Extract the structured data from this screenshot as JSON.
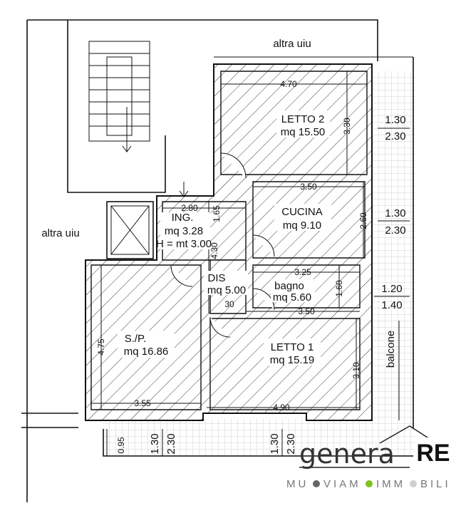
{
  "labels": {
    "neighbor_top": "altra uiu",
    "neighbor_left": "altra uiu",
    "balcony": "balcone"
  },
  "rooms": [
    {
      "name": "LETTO 2",
      "area": "mq 15.50"
    },
    {
      "name": "CUCINA",
      "area": "mq 9.10"
    },
    {
      "name": "ING.",
      "area": "mq 3.28",
      "extra": "H = mt 3.00"
    },
    {
      "name": "DIS",
      "area": "mq 5.00"
    },
    {
      "name": "bagno",
      "area": "mq 5.60"
    },
    {
      "name": "LETTO 1",
      "area": "mq 15.19"
    },
    {
      "name": "S./P.",
      "area": "mq 16.86"
    }
  ],
  "dimensions": {
    "letto2_width": "4.70",
    "letto2_depth": "3.30",
    "win1_a": "1.30",
    "win1_b": "2.30",
    "cucina_width": "3.50",
    "cucina_depth": "2.60",
    "win2_a": "1.30",
    "win2_b": "2.30",
    "ing_width": "2.80",
    "ing_depth": "1.65",
    "dis_length": "4.30",
    "bagno_width": "3.25",
    "bagno_depth": "1.60",
    "win3_a": "1.20",
    "win3_b": "1.40",
    "wall_30": "30",
    "letto1_width": "3.50",
    "sp_depth": "4.75",
    "letto1_depth": "3.10",
    "sp_width": "3.55",
    "letto1_bottom": "4.90",
    "balcony_depth": "0.95",
    "win4_a": "1.30",
    "win4_b": "2.30",
    "win5_a": "1.30",
    "win5_b": "2.30"
  },
  "logo": {
    "word": "genera",
    "mark": "RE",
    "tagline": [
      "MU",
      "VIAM",
      "IMM",
      "BILI"
    ],
    "dot_colors": [
      "#666666",
      "#7dc21e",
      "#cfcfcf"
    ]
  }
}
